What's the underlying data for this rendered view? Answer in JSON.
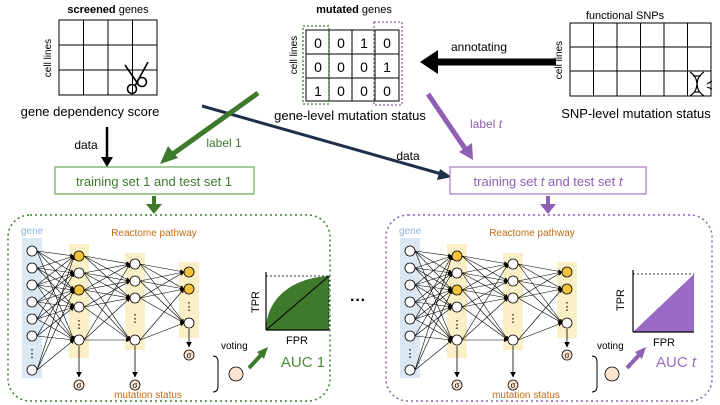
{
  "top": {
    "screened": {
      "bold": "screened",
      "rest": " genes",
      "axis": "cell lines",
      "caption": "gene dependency score"
    },
    "mutated": {
      "bold": "mutated",
      "rest": " genes",
      "axis": "cell lines",
      "caption": "gene-level mutation status",
      "matrix": [
        [
          "0",
          "0",
          "1",
          "0"
        ],
        [
          "0",
          "0",
          "0",
          "1"
        ],
        [
          "1",
          "0",
          "0",
          "0"
        ]
      ]
    },
    "snp": {
      "title": "functional SNPs",
      "axis": "cell lines",
      "caption": "SNP-level mutation status"
    },
    "annotating": "annotating"
  },
  "arrows": {
    "data_left": "data",
    "data_center": "data",
    "label1": "label 1",
    "labelt_prefix": "label ",
    "labelt_var": "t"
  },
  "training": {
    "left": "training set 1 and test set 1",
    "right_prefix": "training set ",
    "right_var1": "t",
    "right_mid": " and test set ",
    "right_var2": "t"
  },
  "network": {
    "gene_label": "gene",
    "pathway_label": "Reactome pathway",
    "mutation_label": "mutation status",
    "voting_label": "voting",
    "sigma_symbol": "σ",
    "ellipsis_v": "⋮",
    "ellipsis_h": "···"
  },
  "roc": {
    "tpr": "TPR",
    "fpr": "FPR"
  },
  "auc": {
    "left": "AUC 1",
    "right_prefix": "AUC ",
    "right_var": "t"
  },
  "colors": {
    "green": "#3d7a2e",
    "purple": "#8e5fb3",
    "gene_bg": "#dbe8f4",
    "pathway_bg": "#fbefc8",
    "node_yellow": "#f2c23a",
    "orange_text": "#c46a12",
    "gene_text": "#8fb3d9",
    "auc_left": "#4c8a3a",
    "auc_right": "#9c6ac7"
  }
}
